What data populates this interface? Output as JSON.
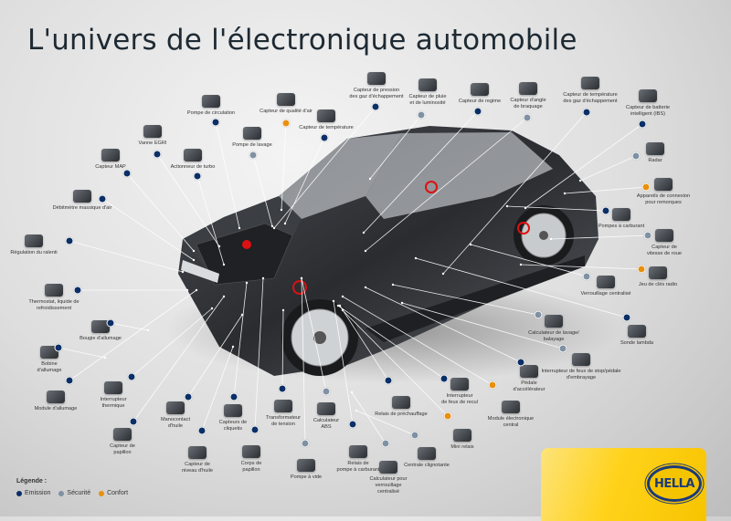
{
  "title": "L'univers de l'électronique automobile",
  "colors": {
    "emission": "#0b2f66",
    "securite": "#7f91a3",
    "confort": "#e8900e"
  },
  "legend": {
    "title": "Légende :",
    "items": [
      {
        "label": "Emission",
        "category": "emission"
      },
      {
        "label": "Sécurité",
        "category": "securite"
      },
      {
        "label": "Confort",
        "category": "confort"
      }
    ]
  },
  "brand": "HELLA",
  "components": [
    {
      "label": "Pompe de circulation",
      "category": "emission"
    },
    {
      "label": "Capteur de qualité d'air",
      "category": "confort"
    },
    {
      "label": "Capteur de température",
      "category": "emission"
    },
    {
      "label": "Capteur de pression\ndes gaz d'échappement",
      "category": "emission"
    },
    {
      "label": "Capteur de pluie\net de luminosité",
      "category": "securite"
    },
    {
      "label": "Capteur de regime",
      "category": "emission"
    },
    {
      "label": "Capteur d'angle\nde braquage",
      "category": "securite"
    },
    {
      "label": "Capteur de température\ndes gaz d'échappement",
      "category": "emission"
    },
    {
      "label": "Capteur de batterie\nintelligent (IBS)",
      "category": "emission"
    },
    {
      "label": "Radar",
      "category": "securite"
    },
    {
      "label": "Appareils de connexion\npour remorques",
      "category": "confort"
    },
    {
      "label": "Pompes à carburant",
      "category": "emission"
    },
    {
      "label": "Capteur de\nvitesse de roue",
      "category": "securite"
    },
    {
      "label": "Jeu de clés radio",
      "category": "confort"
    },
    {
      "label": "Verrouillage centralisé",
      "category": "securite"
    },
    {
      "label": "Sonde lambda",
      "category": "emission"
    },
    {
      "label": "Calculateur de lavage/\nbalayage",
      "category": "securite"
    },
    {
      "label": "Interrupteur de feux de stop/pédale\nd'embrayage",
      "category": "securite"
    },
    {
      "label": "Pédale\nd'accélérateur",
      "category": "emission"
    },
    {
      "label": "Interrupteur\nde feux de recul",
      "category": "emission"
    },
    {
      "label": "Module électronique\ncentral",
      "category": "confort"
    },
    {
      "label": "Relais de préchauffage",
      "category": "emission"
    },
    {
      "label": "Mini relais",
      "category": "confort"
    },
    {
      "label": "Centrale clignotante",
      "category": "securite"
    },
    {
      "label": "Calculateur pour\nverrouillage\ncentralisé",
      "category": "securite"
    },
    {
      "label": "Relais de\npompe à carburant",
      "category": "emission"
    },
    {
      "label": "Pompe à vide",
      "category": "securite"
    },
    {
      "label": "Calculateur\nABS",
      "category": "securite"
    },
    {
      "label": "Transformateur\nde tension",
      "category": "emission"
    },
    {
      "label": "Corps de\npapillon",
      "category": "emission"
    },
    {
      "label": "Capteurs de\ncliquetis",
      "category": "emission"
    },
    {
      "label": "Capteur de\nniveau d'huile",
      "category": "emission"
    },
    {
      "label": "Manocontact\nd'huile",
      "category": "emission"
    },
    {
      "label": "Capteur de\npapillon",
      "category": "emission"
    },
    {
      "label": "Interrupteur\nthermique",
      "category": "emission"
    },
    {
      "label": "Module d'allumage",
      "category": "emission"
    },
    {
      "label": "Bobine\nd'allumage",
      "category": "emission"
    },
    {
      "label": "Bougie d'allumage",
      "category": "emission"
    },
    {
      "label": "Thermostat, liquide de\nrefroidissement",
      "category": "emission"
    },
    {
      "label": "Régulation du ralenti",
      "category": "emission"
    },
    {
      "label": "Débitmètre massique d'air",
      "category": "emission"
    },
    {
      "label": "Capteur MAP",
      "category": "emission"
    },
    {
      "label": "Vanne EGRI",
      "category": "emission"
    },
    {
      "label": "Actionneur de turbo",
      "category": "emission"
    },
    {
      "label": "Pompe de lavage",
      "category": "securite"
    }
  ]
}
